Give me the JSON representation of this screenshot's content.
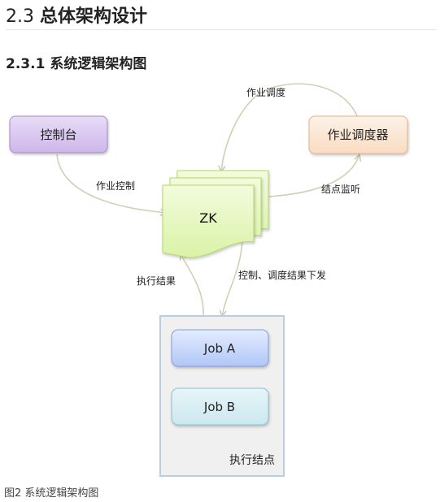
{
  "section": {
    "number": "2.3",
    "title": "总体架构设计"
  },
  "subsection": {
    "number": "2.3.1",
    "title": "系统逻辑架构图"
  },
  "diagram": {
    "nodes": {
      "console": "控制台",
      "scheduler": "作业调度器",
      "zk": "ZK",
      "job_a": "Job A",
      "job_b": "Job B",
      "executor": "执行结点"
    },
    "edges": {
      "schedule": "作业调度",
      "job_control": "作业控制",
      "node_monitor": "结点监听",
      "exec_result": "执行结果",
      "control_dispatch": "控制、调度结果下发"
    }
  },
  "caption": "图2 系统逻辑架构图"
}
